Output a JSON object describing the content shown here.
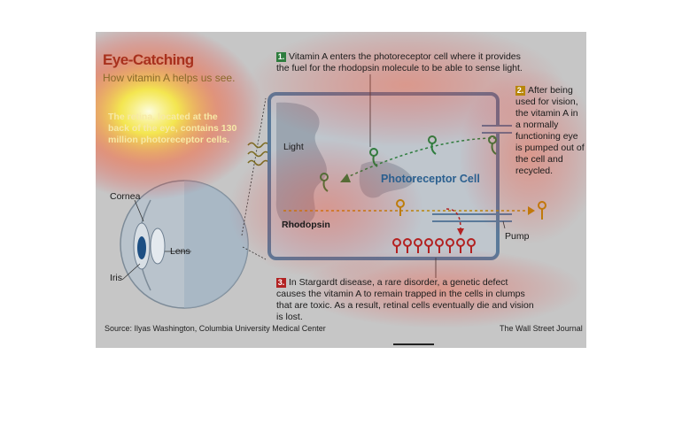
{
  "header": {
    "title": "Eye-Catching",
    "subtitle": "How vitamin A helps us see."
  },
  "retina_note": "The retina, located at the back of the eye, contains 130 million photoreceptor cells.",
  "labels": {
    "light": "Light",
    "cornea": "Cornea",
    "lens": "Lens",
    "iris": "Iris",
    "rhodopsin": "Rhodopsin",
    "pump": "Pump",
    "cell": "Photoreceptor Cell"
  },
  "steps": [
    {
      "number": "1.",
      "text": "Vitamin A enters the photoreceptor cell where it provides the fuel for the rhodopsin molecule to be able to sense light.",
      "color": "#2e7d3e"
    },
    {
      "number": "2.",
      "text": "After being used for vision, the vitamin A in a normally functioning eye is pumped out of the cell and recycled.",
      "color": "#b8860b"
    },
    {
      "number": "3.",
      "text": "In Stargardt disease, a rare disorder, a genetic defect causes the vitamin A to remain trapped in the cells in clumps that are toxic. As a result, retinal cells eventually die and vision is lost.",
      "color": "#b22222"
    }
  ],
  "footer": {
    "source": "Source: Ilyas Washington, Columbia University Medical Center",
    "credit": "The Wall Street Journal"
  },
  "colors": {
    "title": "#a8311d",
    "cell_outline": "#5a7a9a",
    "green_molecule": "#2e7d3e",
    "gold_molecule": "#b8860b",
    "red_molecule": "#b22222"
  }
}
